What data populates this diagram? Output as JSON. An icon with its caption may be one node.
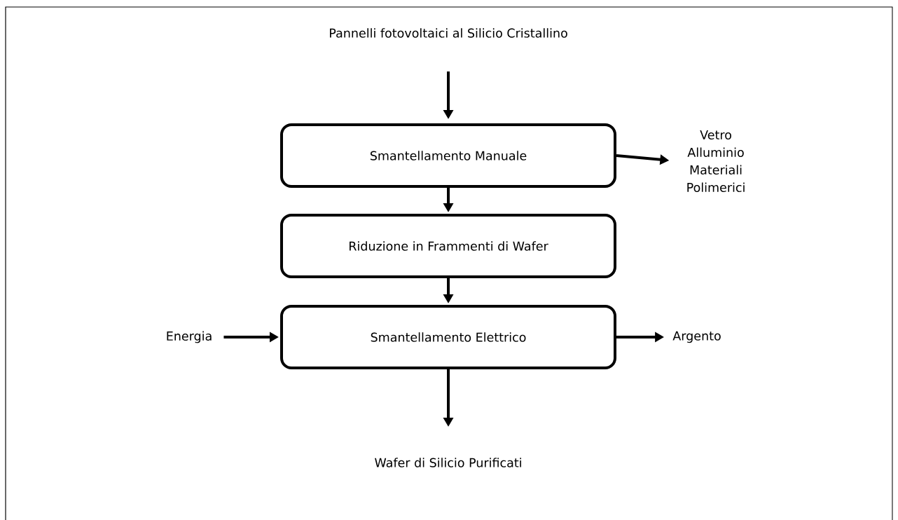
{
  "diagram": {
    "nodes": [
      {
        "text": [
          "Pannelli fotovoltaici al Silicio Cristallino"
        ]
      },
      {
        "text": [
          "Smantellamento Manuale"
        ]
      },
      {
        "text": [
          "Vetro Alluminio Materiali Polimerici"
        ]
      },
      {
        "text": [
          "Riduzione in Frammenti di Wafer"
        ]
      },
      {
        "text": [
          "Smantellamento Elettrico"
        ]
      },
      {
        "text": [
          "Energia"
        ]
      },
      {
        "text": [
          "Argento"
        ]
      },
      {
        "text": [
          "Wafer di Silicio Purificati"
        ]
      }
    ],
    "edges": [
      {
        "from": 0,
        "to": 1,
        "arrow": "to"
      },
      {
        "from": 1,
        "to": 2,
        "arrow": "to"
      },
      {
        "from": 1,
        "to": 3,
        "arrow": "to"
      },
      {
        "from": 3,
        "to": 4,
        "arrow": "to"
      },
      {
        "from": 5,
        "to": 4,
        "arrow": "to"
      },
      {
        "from": 4,
        "to": 6,
        "arrow": "to"
      },
      {
        "from": 4,
        "to": 7,
        "arrow": "to"
      }
    ]
  }
}
